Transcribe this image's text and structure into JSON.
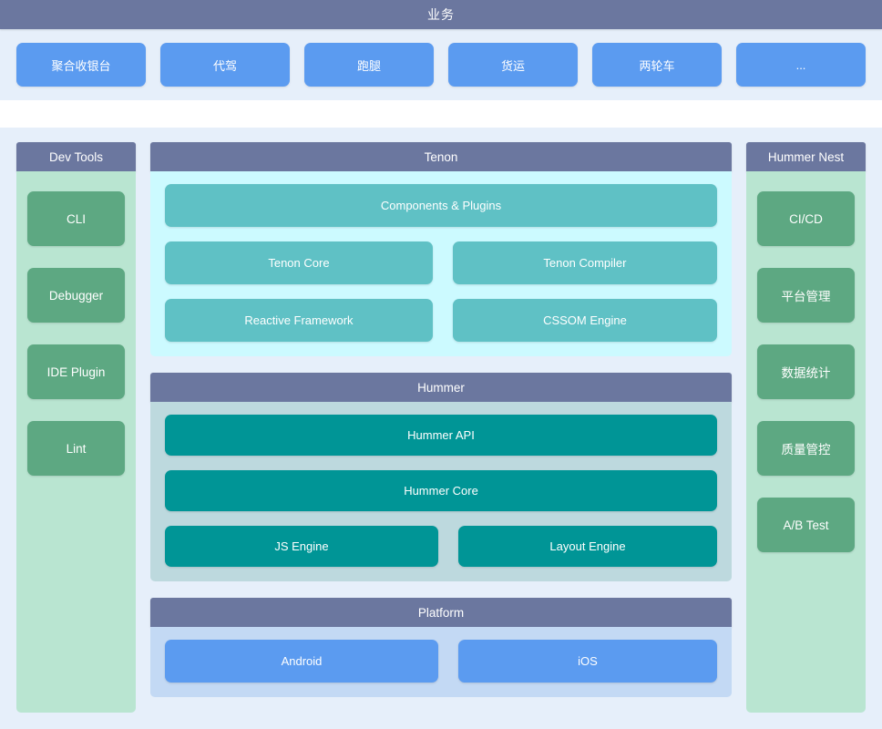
{
  "business": {
    "title": "业务",
    "tags": [
      {
        "label": "聚合收银台"
      },
      {
        "label": "代驾"
      },
      {
        "label": "跑腿"
      },
      {
        "label": "货运"
      },
      {
        "label": "两轮车"
      },
      {
        "label": "..."
      }
    ]
  },
  "dev_tools": {
    "title": "Dev Tools",
    "items": [
      {
        "label": "CLI"
      },
      {
        "label": "Debugger"
      },
      {
        "label": "IDE Plugin"
      },
      {
        "label": "Lint"
      }
    ]
  },
  "hummer_nest": {
    "title": "Hummer Nest",
    "items": [
      {
        "label": "CI/CD"
      },
      {
        "label": "平台管理"
      },
      {
        "label": "数据统计"
      },
      {
        "label": "质量管控"
      },
      {
        "label": "A/B Test"
      }
    ]
  },
  "tenon": {
    "title": "Tenon",
    "full_width": {
      "label": "Components & Plugins"
    },
    "row1": [
      {
        "label": "Tenon Core"
      },
      {
        "label": "Tenon Compiler"
      }
    ],
    "row2": [
      {
        "label": "Reactive  Framework"
      },
      {
        "label": "CSSOM Engine"
      }
    ]
  },
  "hummer": {
    "title": "Hummer",
    "api": {
      "label": "Hummer API"
    },
    "core": {
      "label": "Hummer Core"
    },
    "engines": [
      {
        "label": "JS Engine"
      },
      {
        "label": "Layout Engine"
      }
    ]
  },
  "platform": {
    "title": "Platform",
    "targets": [
      {
        "label": "Android"
      },
      {
        "label": "iOS"
      }
    ]
  },
  "colors": {
    "page_background": "#e6effa",
    "header_bar": "#6b779f",
    "business_tag": "#5b9bf0",
    "side_column_body": "#b9e5d1",
    "side_column_item": "#5da882",
    "tenon_body": "#ccfaff",
    "tenon_box": "#5fc1c5",
    "hummer_body": "#bdd9de",
    "hummer_box": "#009596",
    "platform_body": "#c3d9f4",
    "platform_box": "#5b9bf0"
  }
}
